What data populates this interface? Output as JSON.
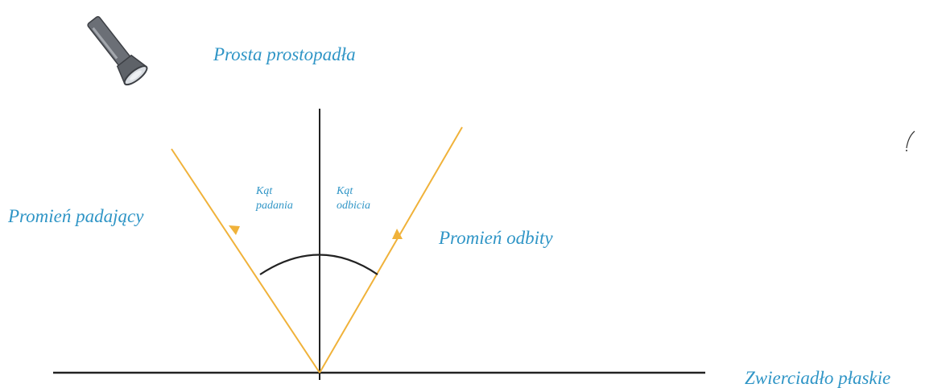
{
  "labels": {
    "normal_line": "Prosta prostopadła",
    "incident_ray": "Promień padający",
    "reflected_ray": "Promień odbity",
    "mirror": "Zwierciadło płaskie",
    "angle_of_incidence": [
      "Kąt",
      "padania"
    ],
    "angle_of_reflection": [
      "Kąt",
      "odbicia"
    ]
  },
  "colors": {
    "label_text": "#2f95c6",
    "ray": "#f0b23a",
    "lines": "#222222",
    "flashlight_body": "#6b6f76",
    "flashlight_lens": "#d9dde2"
  },
  "icons": {
    "flashlight": "flashlight-icon"
  }
}
